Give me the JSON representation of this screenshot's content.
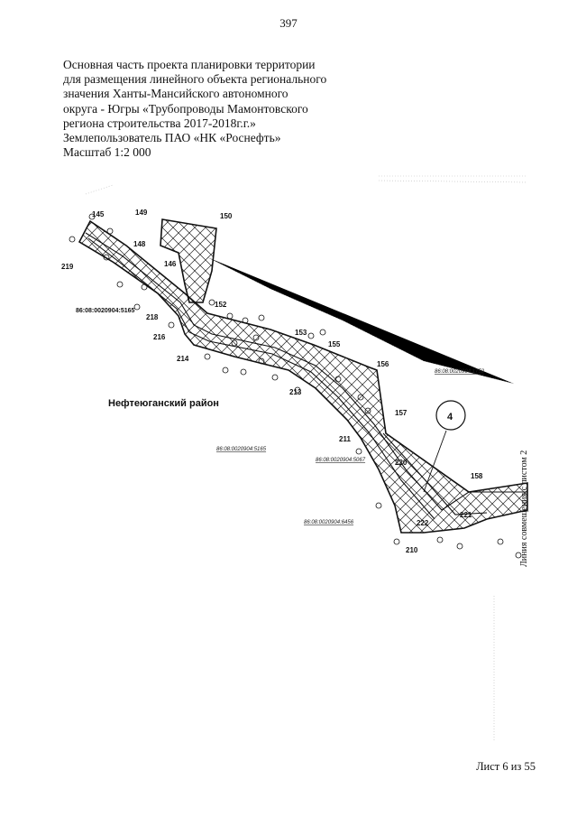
{
  "page_number": "397",
  "header_lines": [
    "Основная часть проекта планировки территории",
    "для размещения линейного объекта регионального",
    "значения Ханты-Мансийского автономного",
    "округа - Югры «Трубопроводы Мамонтовского",
    "региона строительства 2017-2018г.г.»",
    "Землепользователь ПАО «НК «Роснефть»",
    "Масштаб 1:2 000"
  ],
  "map": {
    "region_label": "Нефтеюганский район",
    "sheet_circle": "4",
    "side_label": "Линия совмещения с листом 2",
    "point_labels": [
      "145",
      "149",
      "150",
      "148",
      "146",
      "219",
      "152",
      "218",
      "216",
      "214",
      "153",
      "155",
      "156",
      "213",
      "157",
      "211",
      "220",
      "158",
      "221",
      "222",
      "210"
    ],
    "parcel_numbers": [
      "86:08:0020904:1752",
      "86:08:0020904:5165",
      "86:08:0020904:5067",
      "86:08:0020904:6456",
      "86:08:0020904:5165"
    ]
  },
  "footer": "Лист 6 из 55"
}
